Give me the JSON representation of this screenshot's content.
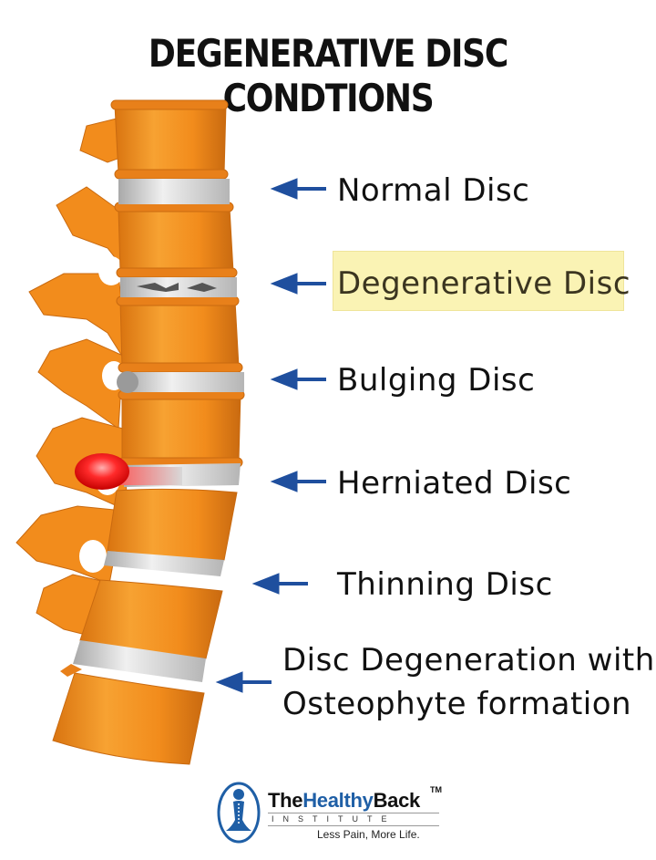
{
  "title": "DEGENERATIVE DISC CONDTIONS",
  "labels": {
    "normal": "Normal Disc",
    "degenerative": "Degenerative Disc",
    "bulging": "Bulging Disc",
    "herniated": "Herniated Disc",
    "thinning": "Thinning Disc",
    "osteophyte_line1": "Disc Degeneration with",
    "osteophyte_line2": "Osteophyte formation"
  },
  "logo": {
    "brand_prefix": "The",
    "brand_mid": "Healthy",
    "brand_suffix": "Back",
    "trademark": "TM",
    "institute": "INSTITUTE",
    "tagline": "Less Pain, More Life."
  },
  "colors": {
    "bone": "#f28c1c",
    "bone_dark": "#c96a10",
    "disc": "#cfcfcf",
    "arrow": "#1f4f9e",
    "highlight": "#faf3b4",
    "herniation": "#e31b1b"
  }
}
